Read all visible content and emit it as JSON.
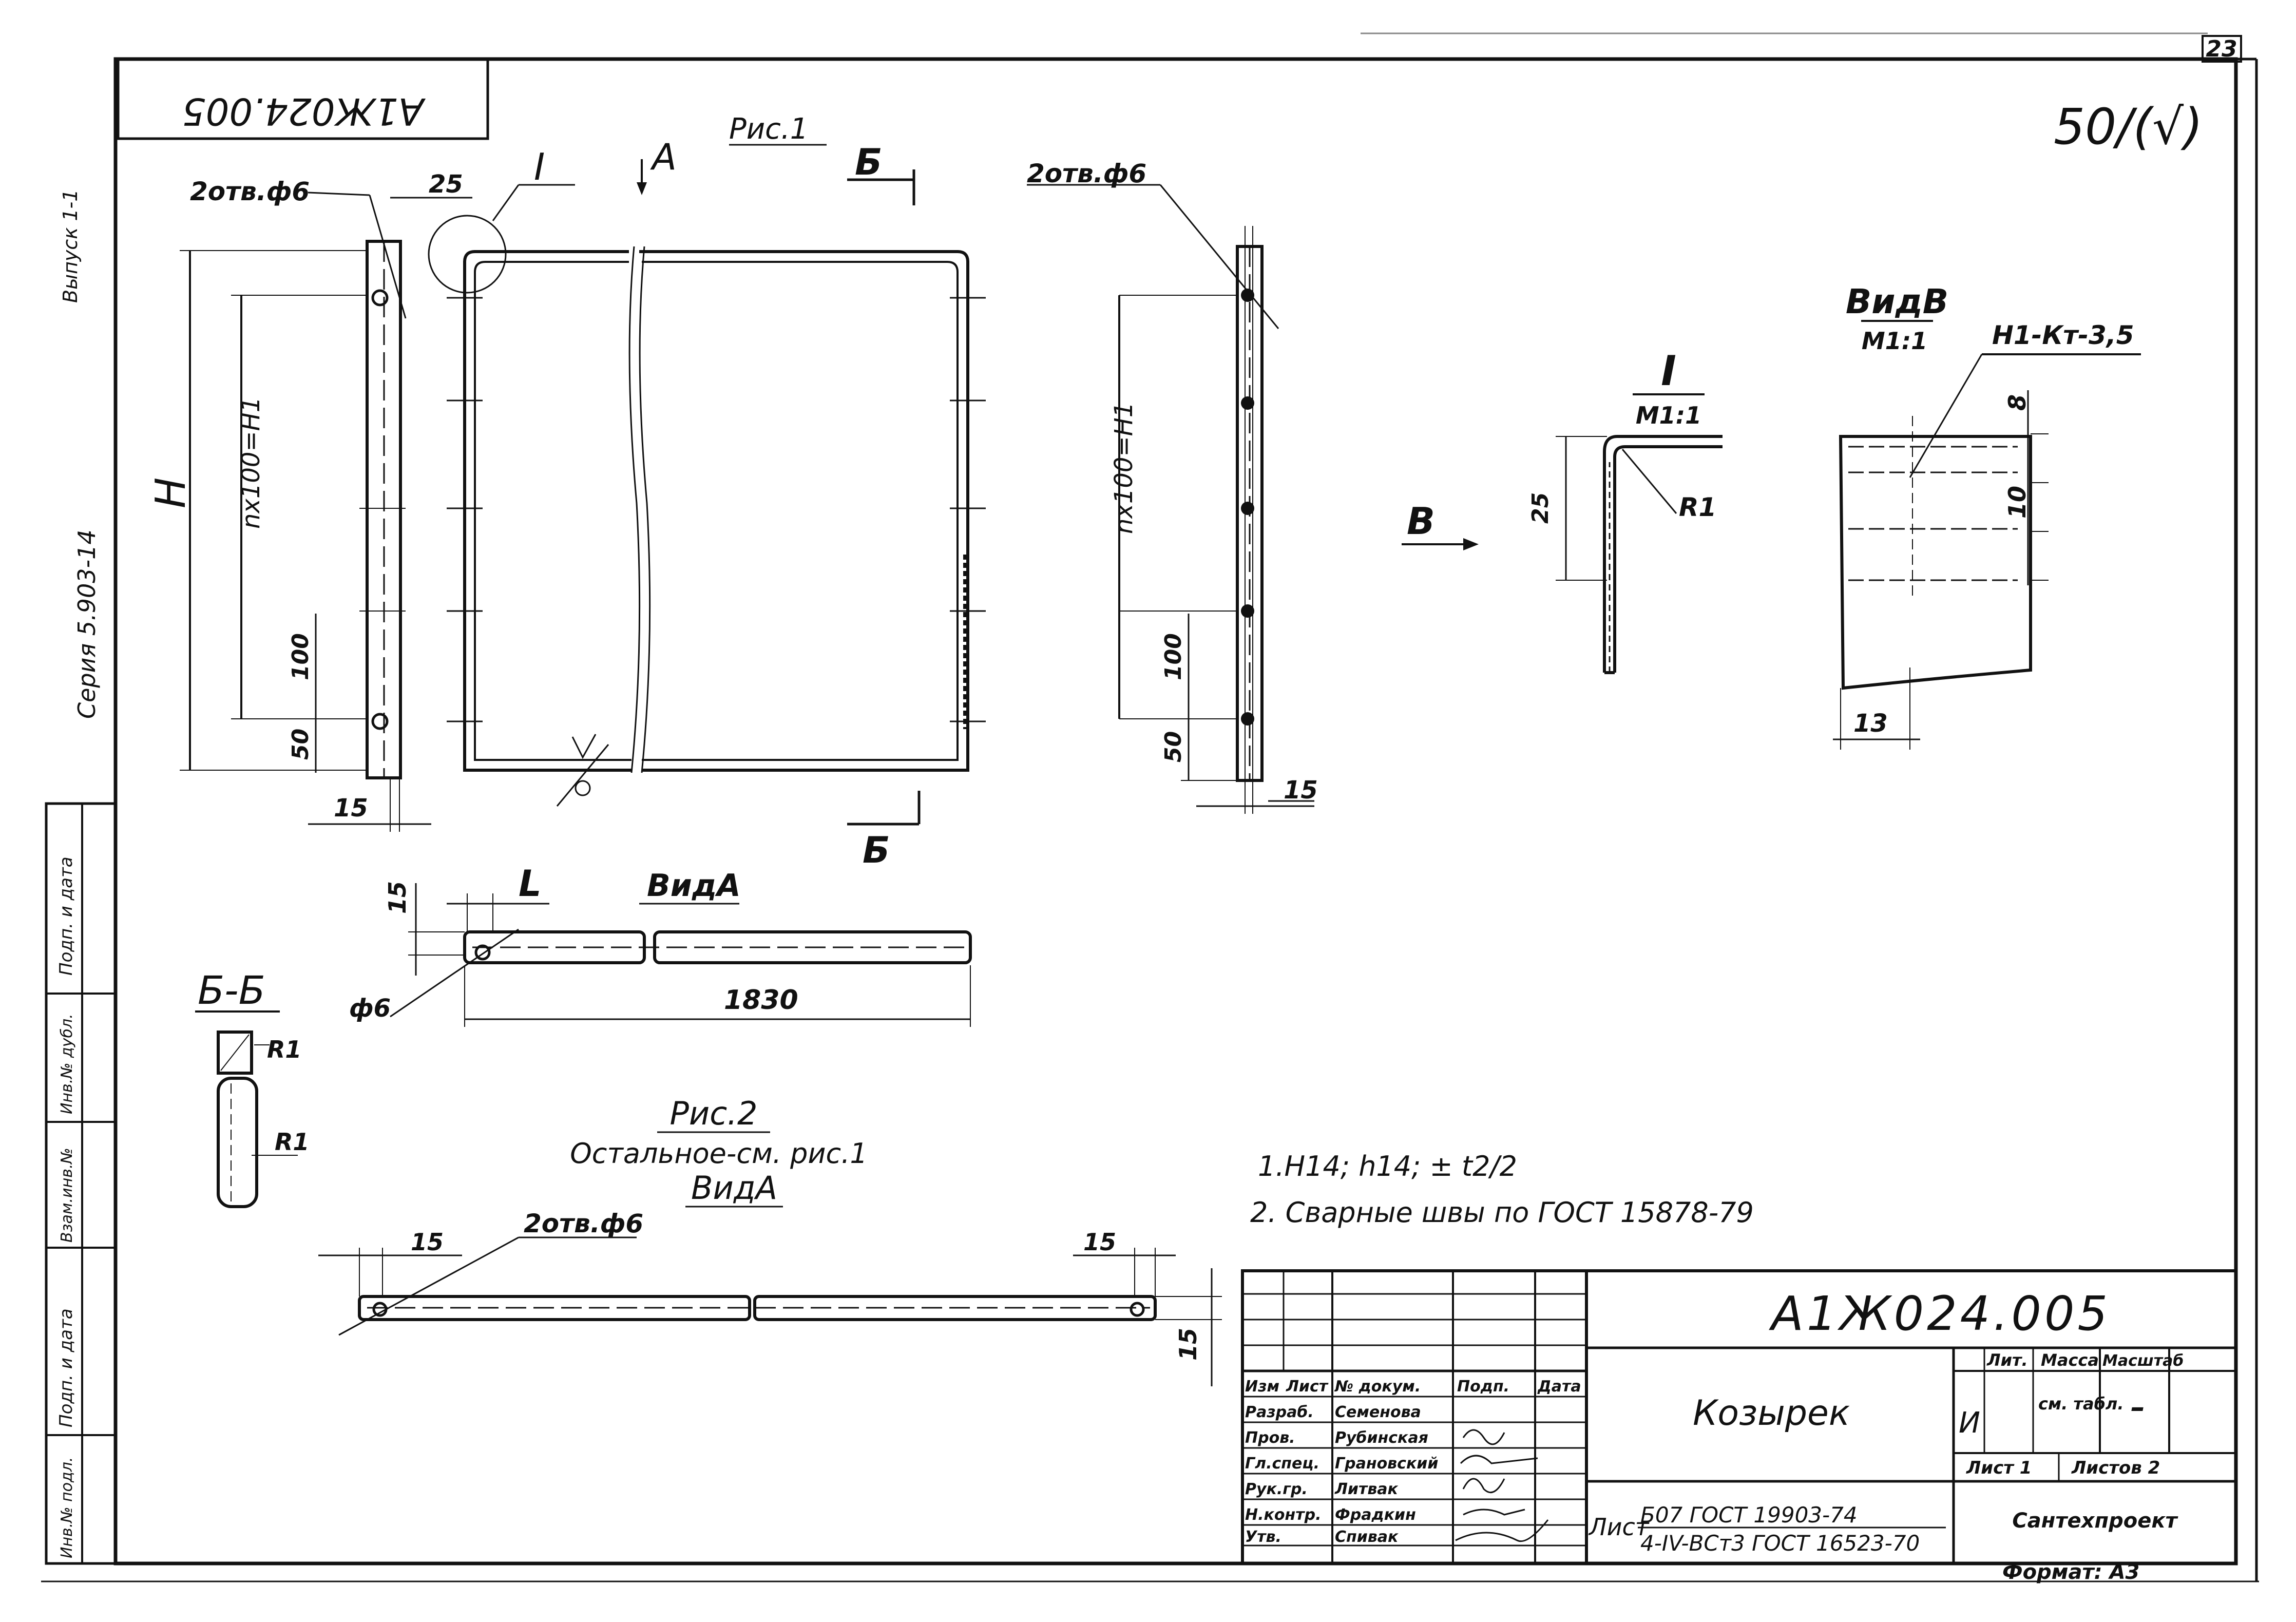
{
  "drawing": {
    "code_top_rotated": "А1Ж024.005",
    "sheet_number": "23",
    "roughness": "50/(√)",
    "series_label": "Серия 5.903-14",
    "issue_label": "Выпуск 1-1",
    "fig1_label": "Рис.1",
    "fig2_label": "Рис.2",
    "fig2_rest": "Остальное-см. рис.1",
    "view_a": "ВидА",
    "view_a2": "ВидА",
    "view_b": "ВидВ",
    "view_b_scale": "М1:1",
    "section_bb": "Б-Б",
    "detail_i": "I",
    "detail_i_scale": "М1:1",
    "arrow_a": "А",
    "arrow_b_left": "Б",
    "arrow_b_right": "Б",
    "arrow_v": "В",
    "holes_2_phi6_left": "2отв.ф6",
    "holes_2_phi6_right": "2отв.ф6",
    "holes_2_phi6_fig2": "2отв.ф6",
    "dim_25": "25",
    "dim_H": "H",
    "dim_nx100_left": "nx100=H1",
    "dim_nx100_right": "nx100=H1",
    "dim_100_left": "100",
    "dim_100_right": "100",
    "dim_50_left": "50",
    "dim_50_right": "50",
    "dim_15_left": "15",
    "dim_15_right": "15",
    "dim_L": "L",
    "dim_15_viewa": "15",
    "dim_phi6": "ф6",
    "dim_1830": "1830",
    "dim_R1_a": "R1",
    "dim_R1_b": "R1",
    "dim_R1_detail": "R1",
    "dim_25_detail": "25",
    "weld_label": "Н1-Кт-3,5",
    "dim_8": "8",
    "dim_10": "10",
    "dim_13": "13",
    "dim_15_fig2_left": "15",
    "dim_15_fig2_right": "15",
    "dim_15_fig2_vert": "15",
    "note1": "1.Н14; h14; ± t2/2",
    "note2": "2. Сварные швы по ГОСТ 15878-79",
    "left_strip": [
      "Подп. и дата",
      "Инв.№ дубл.",
      "Взам.инв.№",
      "Подп. и дата",
      "Инв.№ подл."
    ]
  },
  "title_block": {
    "designation": "А1Ж024.005",
    "name": "Козырек",
    "header_cols": [
      "Изм",
      "Лист",
      "№ докум.",
      "Подп.",
      "Дата"
    ],
    "roles": [
      {
        "role": "Разраб.",
        "person": "Семенова"
      },
      {
        "role": "Пров.",
        "person": "Рубинская"
      },
      {
        "role": "Гл.спец.",
        "person": "Грановский"
      },
      {
        "role": "Рук.гр.",
        "person": "Литвак"
      },
      {
        "role": "Н.контр.",
        "person": "Фрадкин"
      },
      {
        "role": "Утв.",
        "person": "Спивак"
      }
    ],
    "material_prefix": "Лист",
    "material_line1": "Б07 ГОСТ 19903-74",
    "material_line2": "4-IV-ВСт3 ГОСТ 16523-70",
    "lit_label": "Лит.",
    "mass_label": "Масса",
    "scale_label": "Масштаб",
    "lit_value": "И",
    "mass_value": "см. табл.",
    "scale_value": "–",
    "sheet_label": "Лист 1",
    "sheets_label": "Листов 2",
    "organization": "Сантехпроект",
    "format": "Формат: А3"
  }
}
